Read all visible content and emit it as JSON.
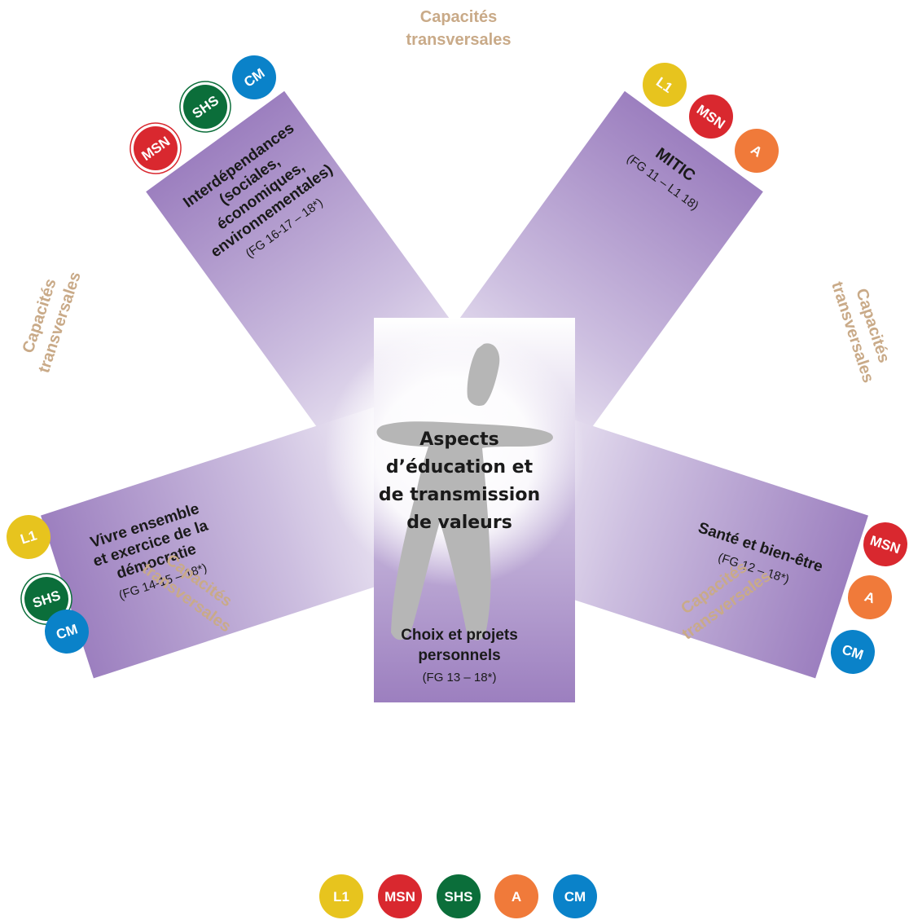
{
  "center": {
    "lines": [
      "Aspects",
      "d’éducation et",
      "de transmission",
      "de valeurs"
    ]
  },
  "capacites": [
    "Capacités",
    "transversales"
  ],
  "arms": {
    "interdependances": {
      "title": [
        "Interdépendances",
        "(sociales,",
        "économiques,",
        "environnementales)"
      ],
      "code": "(FG 16-17 – 18*)"
    },
    "mitic": {
      "title": [
        "MITIC"
      ],
      "code": [
        "(FG 11 – L1 18)"
      ]
    },
    "vivre": {
      "title": [
        "Vivre ensemble",
        "et exercice de la",
        "démocratie"
      ],
      "code": "(FG 14-15 – 18*)"
    },
    "sante": {
      "title": [
        "Santé et bien-être"
      ],
      "code": "(FG 12 – 18*)"
    },
    "choix": {
      "title": [
        "Choix et projets",
        "personnels"
      ],
      "code": "(FG 13 – 18*)"
    }
  },
  "badges": {
    "L1": {
      "label": "L1",
      "color": "#e7c41e"
    },
    "MSN": {
      "label": "MSN",
      "color": "#d9282f"
    },
    "SHS": {
      "label": "SHS",
      "color": "#0b6e3a"
    },
    "A": {
      "label": "A",
      "color": "#f07a3a"
    },
    "CM": {
      "label": "CM",
      "color": "#0a82c9"
    }
  },
  "colors": {
    "arm_dark": "#9c7fbf",
    "arm_light": "#ffffff",
    "figure": "#b6b6b6",
    "capacites": "#c9aa88"
  }
}
